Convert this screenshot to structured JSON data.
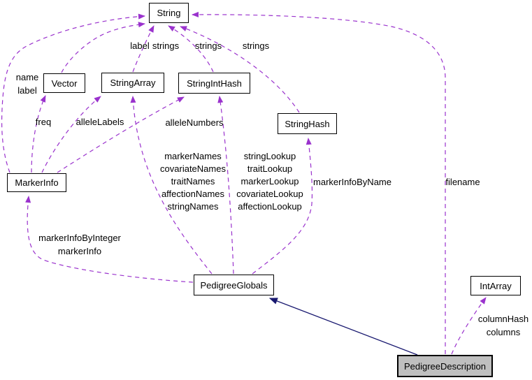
{
  "diagram": {
    "type": "collaboration-graph",
    "colors": {
      "background": "#ffffff",
      "dashed_edge": "#9a32cd",
      "inheritance_edge": "#191970",
      "node_fill": "#ffffff",
      "node_border": "#000000",
      "highlight_node_fill": "#bfbfbf",
      "text": "#000000"
    },
    "nodes": {
      "string": {
        "label": "String"
      },
      "vector": {
        "label": "Vector"
      },
      "string_array": {
        "label": "StringArray"
      },
      "string_int_hash": {
        "label": "StringIntHash"
      },
      "string_hash": {
        "label": "StringHash"
      },
      "marker_info": {
        "label": "MarkerInfo"
      },
      "pedigree_globals": {
        "label": "PedigreeGlobals"
      },
      "int_array": {
        "label": "IntArray"
      },
      "pedigree_description": {
        "label": "PedigreeDescription"
      }
    },
    "labels": {
      "vector_to_string": [
        "label"
      ],
      "stringarray_to_string": [
        "strings"
      ],
      "stringinthash_to_string": [
        "strings"
      ],
      "stringhash_to_string": [
        "strings"
      ],
      "markerinfo_to_string": [
        "name",
        "label"
      ],
      "freq": [
        "freq"
      ],
      "allele_labels": [
        "alleleLabels"
      ],
      "allele_numbers": [
        "alleleNumbers"
      ],
      "names_stack": [
        "markerNames",
        "covariateNames",
        "traitNames",
        "affectionNames",
        "stringNames"
      ],
      "lookup_stack": [
        "stringLookup",
        "traitLookup",
        "markerLookup",
        "covariateLookup",
        "affectionLookup"
      ],
      "marker_info_by_name": [
        "markerInfoByName"
      ],
      "filename": [
        "filename"
      ],
      "marker_info_stack": [
        "markerInfoByInteger",
        "markerInfo"
      ],
      "column_stack": [
        "columnHash",
        "columns"
      ]
    },
    "edges": [
      {
        "from": "MarkerInfo",
        "to": "String",
        "label": "name label",
        "style": "dashed"
      },
      {
        "from": "Vector",
        "to": "String",
        "label": "label",
        "style": "dashed"
      },
      {
        "from": "StringArray",
        "to": "String",
        "label": "strings",
        "style": "dashed"
      },
      {
        "from": "StringIntHash",
        "to": "String",
        "label": "strings",
        "style": "dashed"
      },
      {
        "from": "StringHash",
        "to": "String",
        "label": "strings",
        "style": "dashed"
      },
      {
        "from": "PedigreeDescription",
        "to": "String",
        "label": "filename",
        "style": "dashed"
      },
      {
        "from": "MarkerInfo",
        "to": "Vector",
        "label": "freq",
        "style": "dashed"
      },
      {
        "from": "MarkerInfo",
        "to": "StringArray",
        "label": "alleleLabels",
        "style": "dashed"
      },
      {
        "from": "MarkerInfo",
        "to": "StringIntHash",
        "label": "alleleNumbers",
        "style": "dashed"
      },
      {
        "from": "PedigreeGlobals",
        "to": "StringArray",
        "label": "markerNames covariateNames traitNames affectionNames stringNames",
        "style": "dashed"
      },
      {
        "from": "PedigreeGlobals",
        "to": "StringIntHash",
        "label": "stringLookup traitLookup markerLookup covariateLookup affectionLookup",
        "style": "dashed"
      },
      {
        "from": "PedigreeGlobals",
        "to": "StringHash",
        "label": "markerInfoByName",
        "style": "dashed"
      },
      {
        "from": "PedigreeGlobals",
        "to": "MarkerInfo",
        "label": "markerInfoByInteger markerInfo",
        "style": "dashed"
      },
      {
        "from": "PedigreeDescription",
        "to": "IntArray",
        "label": "columnHash columns",
        "style": "dashed"
      },
      {
        "from": "PedigreeDescription",
        "to": "PedigreeGlobals",
        "label": "",
        "style": "solid-inheritance"
      }
    ]
  }
}
